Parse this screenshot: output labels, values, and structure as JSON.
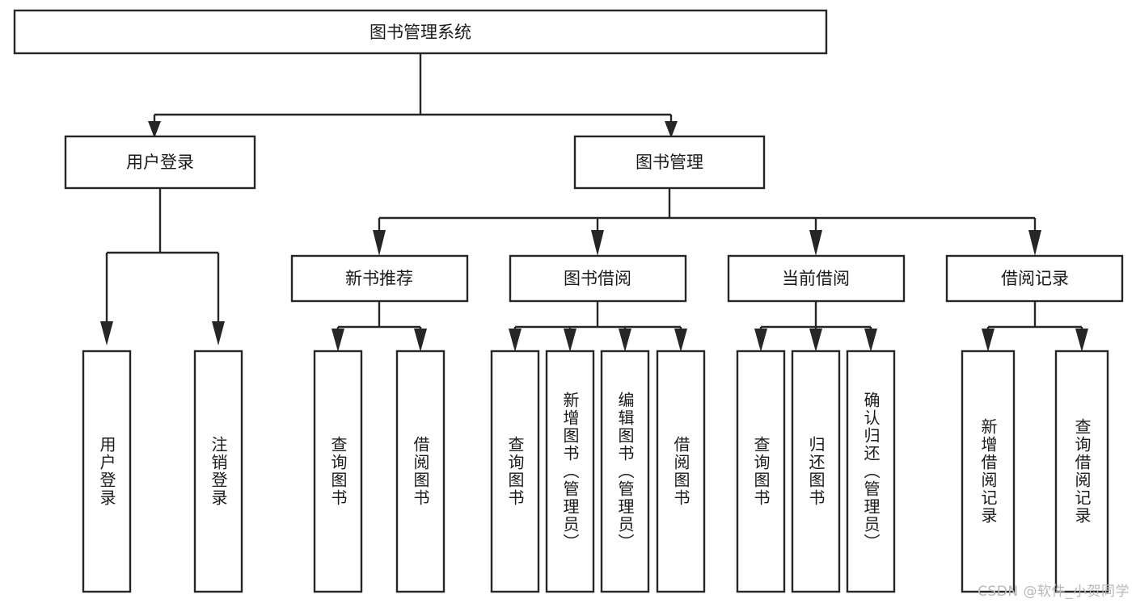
{
  "diagram": {
    "type": "tree-hierarchy",
    "title": "图书管理系统",
    "watermark": "CSDN @软件_小贺同学",
    "colors": {
      "stroke": "#262626",
      "fill": "#ffffff",
      "text": "#1a1a1a",
      "watermark": "#b9b9b9"
    },
    "levels": [
      {
        "level": 1,
        "nodes": [
          {
            "id": "root",
            "label": "图书管理系统",
            "orientation": "horizontal"
          }
        ]
      },
      {
        "level": 2,
        "nodes": [
          {
            "id": "user-login",
            "label": "用户登录",
            "orientation": "horizontal",
            "parent": "root"
          },
          {
            "id": "book-manage",
            "label": "图书管理",
            "orientation": "horizontal",
            "parent": "root"
          }
        ]
      },
      {
        "level": 3,
        "nodes": [
          {
            "id": "new-book-rec",
            "label": "新书推荐",
            "orientation": "horizontal",
            "parent": "book-manage"
          },
          {
            "id": "book-borrow",
            "label": "图书借阅",
            "orientation": "horizontal",
            "parent": "book-manage"
          },
          {
            "id": "current-borrow",
            "label": "当前借阅",
            "orientation": "horizontal",
            "parent": "book-manage"
          },
          {
            "id": "borrow-record",
            "label": "借阅记录",
            "orientation": "horizontal",
            "parent": "book-manage"
          }
        ]
      },
      {
        "level": 4,
        "nodes": [
          {
            "id": "leaf-user-login",
            "label": "用户登录",
            "orientation": "vertical",
            "parent": "user-login"
          },
          {
            "id": "leaf-logout-login",
            "label": "注销登录",
            "orientation": "vertical",
            "parent": "user-login"
          },
          {
            "id": "leaf-query-book-1",
            "label": "查询图书",
            "orientation": "vertical",
            "parent": "new-book-rec"
          },
          {
            "id": "leaf-borrow-book-1",
            "label": "借阅图书",
            "orientation": "vertical",
            "parent": "new-book-rec"
          },
          {
            "id": "leaf-query-book-2",
            "label": "查询图书",
            "orientation": "vertical",
            "parent": "book-borrow"
          },
          {
            "id": "leaf-add-book",
            "label": "新增图书（管理员）",
            "orientation": "vertical",
            "parent": "book-borrow"
          },
          {
            "id": "leaf-edit-book",
            "label": "编辑图书（管理员）",
            "orientation": "vertical",
            "parent": "book-borrow"
          },
          {
            "id": "leaf-borrow-book-2",
            "label": "借阅图书",
            "orientation": "vertical",
            "parent": "book-borrow"
          },
          {
            "id": "leaf-query-book-3",
            "label": "查询图书",
            "orientation": "vertical",
            "parent": "current-borrow"
          },
          {
            "id": "leaf-return-book",
            "label": "归还图书",
            "orientation": "vertical",
            "parent": "current-borrow"
          },
          {
            "id": "leaf-confirm-return",
            "label": "确认归还（管理员）",
            "orientation": "vertical",
            "parent": "current-borrow"
          },
          {
            "id": "leaf-add-record",
            "label": "新增借阅记录",
            "orientation": "vertical",
            "parent": "borrow-record"
          },
          {
            "id": "leaf-query-record",
            "label": "查询借阅记录",
            "orientation": "vertical",
            "parent": "borrow-record"
          }
        ]
      }
    ]
  }
}
